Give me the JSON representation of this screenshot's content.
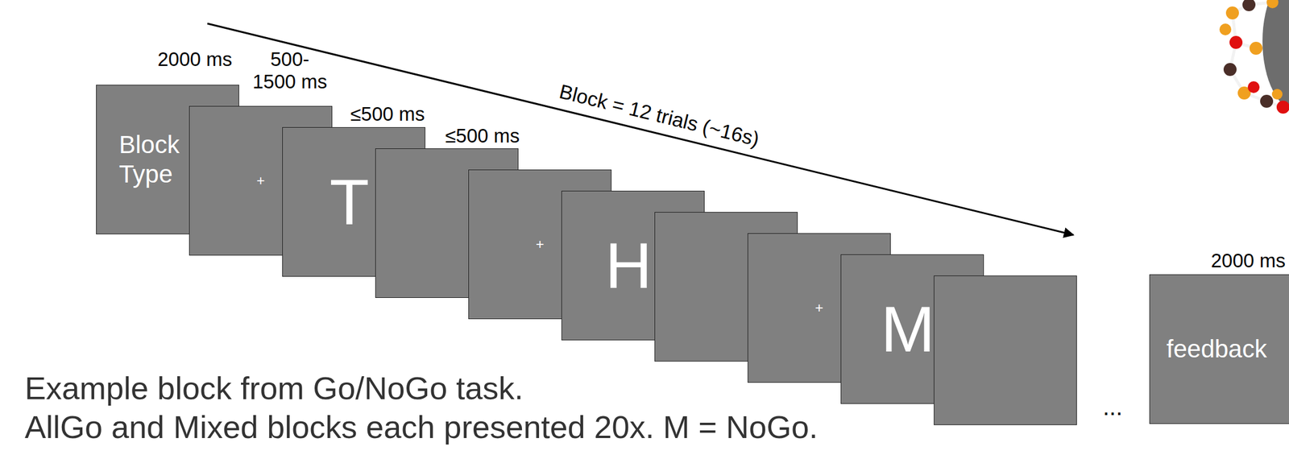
{
  "diagram": {
    "caption": "Example block from Go/NoGo task.",
    "nodes": [
      {
        "text": [
          "Block Type"
        ]
      },
      {
        "text": [
          "+"
        ]
      },
      {
        "text": [
          "T"
        ]
      },
      {
        "text": [
          "+"
        ]
      },
      {
        "text": [
          "H"
        ]
      },
      {
        "text": [
          "+"
        ]
      },
      {
        "text": [
          "M"
        ]
      },
      {
        "text": [
          "feedback"
        ]
      }
    ],
    "labels": [
      "2000 ms",
      "500- 1500 ms",
      "≤500 ms",
      "≤500 ms",
      "Block = 12 trials (~16s)",
      "...",
      "2000 ms",
      "AllGo and Mixed blocks each presented 20x. M = NoGo."
    ]
  }
}
